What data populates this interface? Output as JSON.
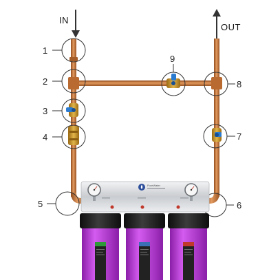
{
  "flow": {
    "in_label": "IN",
    "out_label": "OUT"
  },
  "callouts": [
    "1",
    "2",
    "3",
    "4",
    "5",
    "6",
    "7",
    "8",
    "9"
  ],
  "filter_system": {
    "brand": "PureWater",
    "filters": [
      {
        "label_color": "#2f9a3a"
      },
      {
        "label_color": "#3b6fb6"
      },
      {
        "label_color": "#c0392b"
      }
    ]
  },
  "colors": {
    "pipe": "#c8743a",
    "pipe_dark": "#8f4a1c",
    "valve_handle": "#2b7bd1",
    "housing": "#b93ad4",
    "cap": "#1b1b1b",
    "bracket": "#d9dbdd"
  }
}
